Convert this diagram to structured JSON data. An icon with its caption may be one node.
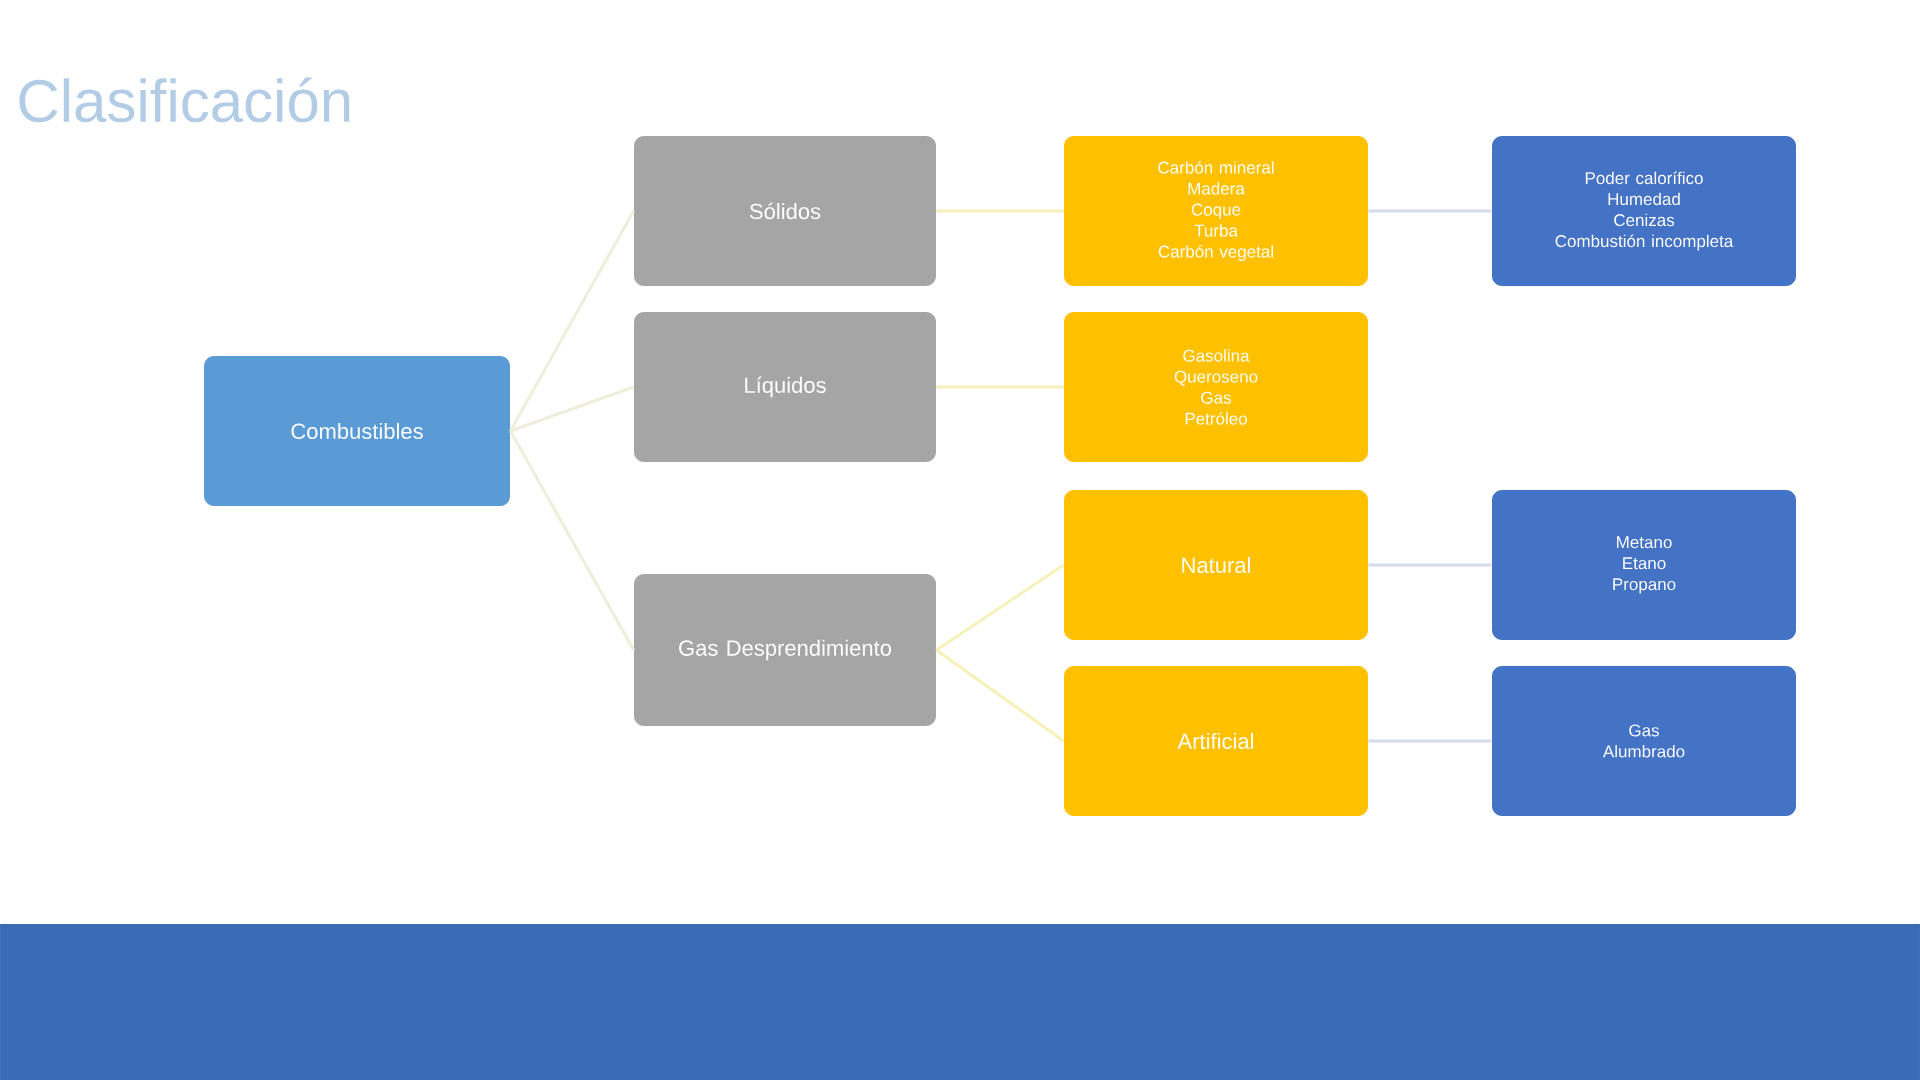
{
  "diagram": {
    "title": "Clasificación",
    "nodes": [
      {
        "text": [
          "Combustibles"
        ]
      },
      {
        "text": [
          "Sólidos"
        ]
      },
      {
        "text": [
          "Líquidos"
        ]
      },
      {
        "text": [
          "Gas Desprendimiento"
        ]
      },
      {
        "text": [
          "Carbón mineral",
          "Madera",
          "Coque",
          "Turba",
          "Carbón vegetal"
        ]
      },
      {
        "text": [
          "Gasolina",
          "Queroseno",
          "Gas",
          "Petróleo"
        ]
      },
      {
        "text": [
          "Natural"
        ]
      },
      {
        "text": [
          "Artificial"
        ]
      },
      {
        "text": [
          "Poder calorífico",
          "Humedad",
          "Cenizas",
          "Combustión incompleta"
        ]
      },
      {
        "text": [
          "Metano",
          "Etano",
          "Propano"
        ]
      },
      {
        "text": [
          "Gas",
          "Alumbrado"
        ]
      }
    ],
    "edges": [
      {
        "from": 0,
        "to": 1,
        "arrow": "none",
        "color": "#efeedb"
      },
      {
        "from": 0,
        "to": 2,
        "arrow": "none",
        "color": "#efeedb"
      },
      {
        "from": 0,
        "to": 3,
        "arrow": "none",
        "color": "#efeedb"
      },
      {
        "from": 1,
        "to": 4,
        "arrow": "none",
        "color": "#f6f1b8"
      },
      {
        "from": 2,
        "to": 5,
        "arrow": "none",
        "color": "#f6f1b8"
      },
      {
        "from": 3,
        "to": 6,
        "arrow": "none",
        "color": "#f6f1b8"
      },
      {
        "from": 3,
        "to": 7,
        "arrow": "none",
        "color": "#f6f1b8"
      },
      {
        "from": 4,
        "to": 8,
        "arrow": "none",
        "color": "#d3dee9"
      },
      {
        "from": 6,
        "to": 9,
        "arrow": "none",
        "color": "#d3dee9"
      },
      {
        "from": 7,
        "to": 10,
        "arrow": "none",
        "color": "#d3dee9"
      }
    ]
  }
}
